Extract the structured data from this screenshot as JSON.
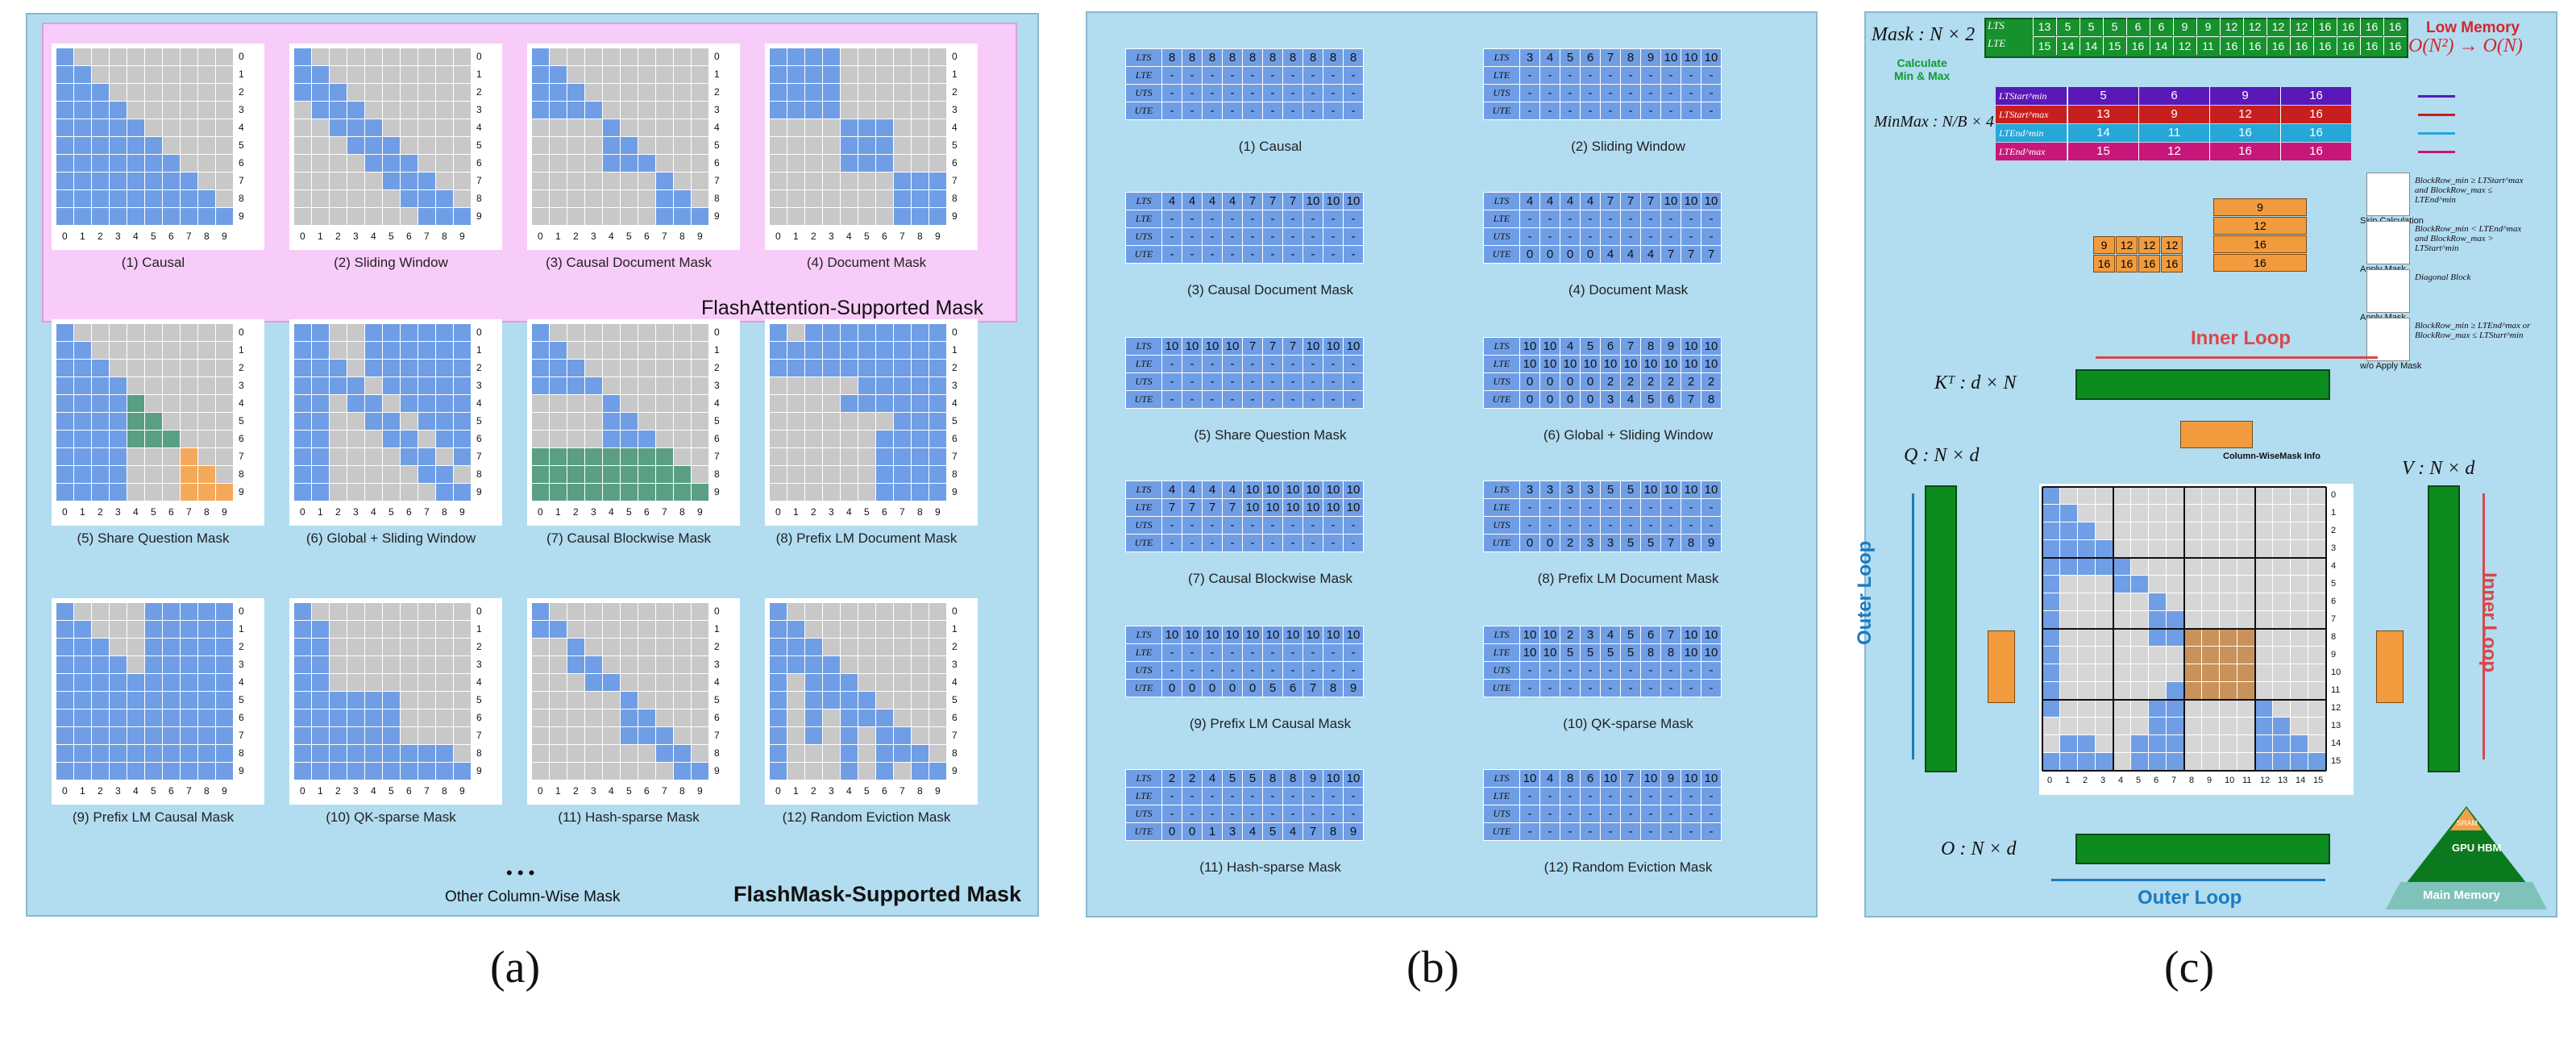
{
  "panels": {
    "a": {
      "label": "(a)",
      "flash_attention_label": "FlashAttention-Supported Mask",
      "flashmask_label": "FlashMask-Supported Mask",
      "other_label": "Other Column-Wise Mask",
      "dots": "• • •",
      "masks": [
        {
          "caption": "(1) Causal"
        },
        {
          "caption": "(2) Sliding Window"
        },
        {
          "caption": "(3) Causal Document Mask"
        },
        {
          "caption": "(4) Document Mask"
        },
        {
          "caption": "(5) Share Question Mask"
        },
        {
          "caption": "(6) Global + Sliding Window"
        },
        {
          "caption": "(7) Causal  Blockwise Mask"
        },
        {
          "caption": "(8) Prefix LM Document Mask"
        },
        {
          "caption": "(9) Prefix LM Causal Mask"
        },
        {
          "caption": "(10) QK-sparse Mask"
        },
        {
          "caption": "(11) Hash-sparse Mask"
        },
        {
          "caption": "(12) Random Eviction Mask"
        }
      ]
    },
    "b": {
      "label": "(b)",
      "row_labels": [
        "LTS",
        "LTE",
        "UTS",
        "UTE"
      ],
      "tables": [
        {
          "caption": "(1) Causal",
          "rows": [
            [
              "8",
              "8",
              "8",
              "8",
              "8",
              "8",
              "8",
              "8",
              "8",
              "8"
            ],
            [
              "-",
              "-",
              "-",
              "-",
              "-",
              "-",
              "-",
              "-",
              "-",
              "-"
            ],
            [
              "-",
              "-",
              "-",
              "-",
              "-",
              "-",
              "-",
              "-",
              "-",
              "-"
            ],
            [
              "-",
              "-",
              "-",
              "-",
              "-",
              "-",
              "-",
              "-",
              "-",
              "-"
            ]
          ]
        },
        {
          "caption": "(2) Sliding Window",
          "rows": [
            [
              "3",
              "4",
              "5",
              "6",
              "7",
              "8",
              "9",
              "10",
              "10",
              "10"
            ],
            [
              "-",
              "-",
              "-",
              "-",
              "-",
              "-",
              "-",
              "-",
              "-",
              "-"
            ],
            [
              "-",
              "-",
              "-",
              "-",
              "-",
              "-",
              "-",
              "-",
              "-",
              "-"
            ],
            [
              "-",
              "-",
              "-",
              "-",
              "-",
              "-",
              "-",
              "-",
              "-",
              "-"
            ]
          ]
        },
        {
          "caption": "(3) Causal Document Mask",
          "rows": [
            [
              "4",
              "4",
              "4",
              "4",
              "7",
              "7",
              "7",
              "10",
              "10",
              "10"
            ],
            [
              "-",
              "-",
              "-",
              "-",
              "-",
              "-",
              "-",
              "-",
              "-",
              "-"
            ],
            [
              "-",
              "-",
              "-",
              "-",
              "-",
              "-",
              "-",
              "-",
              "-",
              "-"
            ],
            [
              "-",
              "-",
              "-",
              "-",
              "-",
              "-",
              "-",
              "-",
              "-",
              "-"
            ]
          ]
        },
        {
          "caption": "(4) Document Mask",
          "rows": [
            [
              "4",
              "4",
              "4",
              "4",
              "7",
              "7",
              "7",
              "10",
              "10",
              "10"
            ],
            [
              "-",
              "-",
              "-",
              "-",
              "-",
              "-",
              "-",
              "-",
              "-",
              "-"
            ],
            [
              "-",
              "-",
              "-",
              "-",
              "-",
              "-",
              "-",
              "-",
              "-",
              "-"
            ],
            [
              "0",
              "0",
              "0",
              "0",
              "4",
              "4",
              "4",
              "7",
              "7",
              "7"
            ]
          ]
        },
        {
          "caption": "(5) Share Question Mask",
          "rows": [
            [
              "10",
              "10",
              "10",
              "10",
              "7",
              "7",
              "7",
              "10",
              "10",
              "10"
            ],
            [
              "-",
              "-",
              "-",
              "-",
              "-",
              "-",
              "-",
              "-",
              "-",
              "-"
            ],
            [
              "-",
              "-",
              "-",
              "-",
              "-",
              "-",
              "-",
              "-",
              "-",
              "-"
            ],
            [
              "-",
              "-",
              "-",
              "-",
              "-",
              "-",
              "-",
              "-",
              "-",
              "-"
            ]
          ]
        },
        {
          "caption": "(6) Global + Sliding Window",
          "rows": [
            [
              "10",
              "10",
              "4",
              "5",
              "6",
              "7",
              "8",
              "9",
              "10",
              "10"
            ],
            [
              "10",
              "10",
              "10",
              "10",
              "10",
              "10",
              "10",
              "10",
              "10",
              "10"
            ],
            [
              "0",
              "0",
              "0",
              "0",
              "2",
              "2",
              "2",
              "2",
              "2",
              "2"
            ],
            [
              "0",
              "0",
              "0",
              "0",
              "3",
              "4",
              "5",
              "6",
              "7",
              "8"
            ]
          ]
        },
        {
          "caption": "(7) Causal Blockwise Mask",
          "rows": [
            [
              "4",
              "4",
              "4",
              "4",
              "10",
              "10",
              "10",
              "10",
              "10",
              "10"
            ],
            [
              "7",
              "7",
              "7",
              "7",
              "10",
              "10",
              "10",
              "10",
              "10",
              "10"
            ],
            [
              "-",
              "-",
              "-",
              "-",
              "-",
              "-",
              "-",
              "-",
              "-",
              "-"
            ],
            [
              "-",
              "-",
              "-",
              "-",
              "-",
              "-",
              "-",
              "-",
              "-",
              "-"
            ]
          ]
        },
        {
          "caption": "(8) Prefix LM Document Mask",
          "rows": [
            [
              "3",
              "3",
              "3",
              "3",
              "5",
              "5",
              "10",
              "10",
              "10",
              "10"
            ],
            [
              "-",
              "-",
              "-",
              "-",
              "-",
              "-",
              "-",
              "-",
              "-",
              "-"
            ],
            [
              "-",
              "-",
              "-",
              "-",
              "-",
              "-",
              "-",
              "-",
              "-",
              "-"
            ],
            [
              "0",
              "0",
              "2",
              "3",
              "3",
              "5",
              "5",
              "7",
              "8",
              "9"
            ]
          ]
        },
        {
          "caption": "(9) Prefix LM Causal Mask",
          "rows": [
            [
              "10",
              "10",
              "10",
              "10",
              "10",
              "10",
              "10",
              "10",
              "10",
              "10"
            ],
            [
              "-",
              "-",
              "-",
              "-",
              "-",
              "-",
              "-",
              "-",
              "-",
              "-"
            ],
            [
              "-",
              "-",
              "-",
              "-",
              "-",
              "-",
              "-",
              "-",
              "-",
              "-"
            ],
            [
              "0",
              "0",
              "0",
              "0",
              "0",
              "5",
              "6",
              "7",
              "8",
              "9"
            ]
          ]
        },
        {
          "caption": "(10) QK-sparse Mask",
          "rows": [
            [
              "10",
              "10",
              "2",
              "3",
              "4",
              "5",
              "6",
              "7",
              "10",
              "10"
            ],
            [
              "10",
              "10",
              "5",
              "5",
              "5",
              "5",
              "8",
              "8",
              "10",
              "10"
            ],
            [
              "-",
              "-",
              "-",
              "-",
              "-",
              "-",
              "-",
              "-",
              "-",
              "-"
            ],
            [
              "-",
              "-",
              "-",
              "-",
              "-",
              "-",
              "-",
              "-",
              "-",
              "-"
            ]
          ]
        },
        {
          "caption": "(11) Hash-sparse Mask",
          "rows": [
            [
              "2",
              "2",
              "4",
              "5",
              "5",
              "8",
              "8",
              "9",
              "10",
              "10"
            ],
            [
              "-",
              "-",
              "-",
              "-",
              "-",
              "-",
              "-",
              "-",
              "-",
              "-"
            ],
            [
              "-",
              "-",
              "-",
              "-",
              "-",
              "-",
              "-",
              "-",
              "-",
              "-"
            ],
            [
              "0",
              "0",
              "1",
              "3",
              "4",
              "5",
              "4",
              "7",
              "8",
              "9"
            ]
          ]
        },
        {
          "caption": "(12) Random Eviction Mask",
          "rows": [
            [
              "10",
              "4",
              "8",
              "6",
              "10",
              "7",
              "10",
              "9",
              "10",
              "10"
            ],
            [
              "-",
              "-",
              "-",
              "-",
              "-",
              "-",
              "-",
              "-",
              "-",
              "-"
            ],
            [
              "-",
              "-",
              "-",
              "-",
              "-",
              "-",
              "-",
              "-",
              "-",
              "-"
            ],
            [
              "-",
              "-",
              "-",
              "-",
              "-",
              "-",
              "-",
              "-",
              "-",
              "-"
            ]
          ]
        }
      ]
    },
    "c": {
      "label": "(c)",
      "mask_label": "Mask : N × 2",
      "lts_values": [
        "13",
        "5",
        "5",
        "5",
        "6",
        "6",
        "9",
        "9",
        "12",
        "12",
        "12",
        "12",
        "16",
        "16",
        "16",
        "16"
      ],
      "lte_values": [
        "15",
        "14",
        "14",
        "15",
        "16",
        "14",
        "12",
        "11",
        "16",
        "16",
        "16",
        "16",
        "16",
        "16",
        "16",
        "16"
      ],
      "calc_label": "Calculate\nMin & Max",
      "low_memory": "Low Memory",
      "complexity": "O(N²) → O(N)",
      "minmax_label": "MinMax : N/B × 4",
      "minmax_rows": [
        {
          "label": "LTStart^min",
          "values": [
            "5",
            "6",
            "9",
            "16"
          ],
          "color": "#5a18b8"
        },
        {
          "label": "LTStart^max",
          "values": [
            "13",
            "9",
            "12",
            "16"
          ],
          "color": "#c81e1e"
        },
        {
          "label": "LTEnd^min",
          "values": [
            "14",
            "11",
            "16",
            "16"
          ],
          "color": "#27a6d8"
        },
        {
          "label": "LTEnd^max",
          "values": [
            "15",
            "12",
            "16",
            "16"
          ],
          "color": "#c8167a"
        }
      ],
      "col_tile_small": {
        "rows": [
          [
            "9",
            "12",
            "12",
            "12"
          ],
          [
            "16",
            "16",
            "16",
            "16"
          ]
        ]
      },
      "col_tile_tall": {
        "values": [
          "9",
          "12",
          "16",
          "16"
        ]
      },
      "legend": [
        {
          "label": "Skip Calculation",
          "cond": "BlockRow_min ≥ LTStart^max and BlockRow_max ≤ LTEnd^min"
        },
        {
          "label": "Apply Mask",
          "cond": "BlockRow_min < LTEnd^max and BlockRow_max > LTStart^min"
        },
        {
          "label": "Apply Mask",
          "cond": "Diagonal Block"
        },
        {
          "label": "w/o Apply Mask",
          "cond": "BlockRow_min ≥ LTEnd^max or BlockRow_max ≤ LTStart^min"
        }
      ],
      "inner_loop_top": "Inner Loop",
      "kt_label": "Kᵀ : d × N",
      "colwise_info": "Column-WiseMask Info",
      "q_label": "Q : N × d",
      "v_label": "V : N × d",
      "outer_loop_left": "Outer Loop",
      "inner_loop_right": "Inner Loop",
      "o_label": "O : N × d",
      "outer_loop_bottom": "Outer Loop",
      "grid_ticks": [
        "0",
        "1",
        "2",
        "3",
        "4",
        "5",
        "6",
        "7",
        "8",
        "9",
        "10",
        "11",
        "12",
        "13",
        "14",
        "15"
      ],
      "memory": {
        "top": "SRAM",
        "mid": "GPU HBM",
        "bottom": "Main Memory"
      }
    }
  }
}
